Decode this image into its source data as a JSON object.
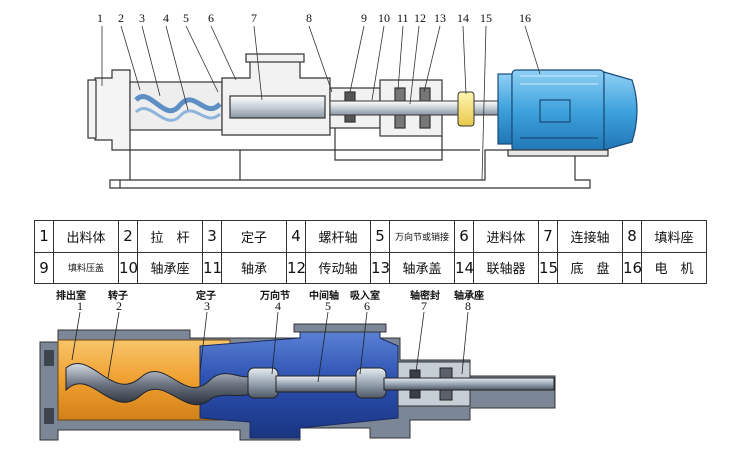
{
  "top_diagram": {
    "callouts": [
      "1",
      "2",
      "3",
      "4",
      "5",
      "6",
      "7",
      "8",
      "9",
      "10",
      "11",
      "12",
      "13",
      "14",
      "15",
      "16"
    ]
  },
  "parts_table": {
    "rows": [
      [
        {
          "num": "1",
          "name": "出料体"
        },
        {
          "num": "2",
          "name": "拉　杆"
        },
        {
          "num": "3",
          "name": "定子"
        },
        {
          "num": "4",
          "name": "螺杆轴"
        },
        {
          "num": "5",
          "name": "万向节或销接"
        },
        {
          "num": "6",
          "name": "进料体"
        },
        {
          "num": "7",
          "name": "连接轴"
        },
        {
          "num": "8",
          "name": "填料座"
        }
      ],
      [
        {
          "num": "9",
          "name": "填料压盖"
        },
        {
          "num": "10",
          "name": "轴承座"
        },
        {
          "num": "11",
          "name": "轴承"
        },
        {
          "num": "12",
          "name": "传动轴"
        },
        {
          "num": "13",
          "name": "轴承盖"
        },
        {
          "num": "14",
          "name": "联轴器"
        },
        {
          "num": "15",
          "name": "底　盘"
        },
        {
          "num": "16",
          "name": "电　机"
        }
      ]
    ]
  },
  "bottom_diagram": {
    "labels": [
      {
        "name": "排出室",
        "num": "1"
      },
      {
        "name": "转子",
        "num": "2"
      },
      {
        "name": "定子",
        "num": "3"
      },
      {
        "name": "万向节",
        "num": "4"
      },
      {
        "name": "中间轴",
        "num": "5"
      },
      {
        "name": "吸入室",
        "num": "6"
      },
      {
        "name": "轴密封",
        "num": "7"
      },
      {
        "name": "轴承座",
        "num": "8"
      }
    ]
  },
  "colors": {
    "motor": "#4aa8de",
    "coupling": "#f3e27a",
    "stator": "#f0a030",
    "housing": "#2850b0",
    "steel": "#9aa6b4"
  }
}
